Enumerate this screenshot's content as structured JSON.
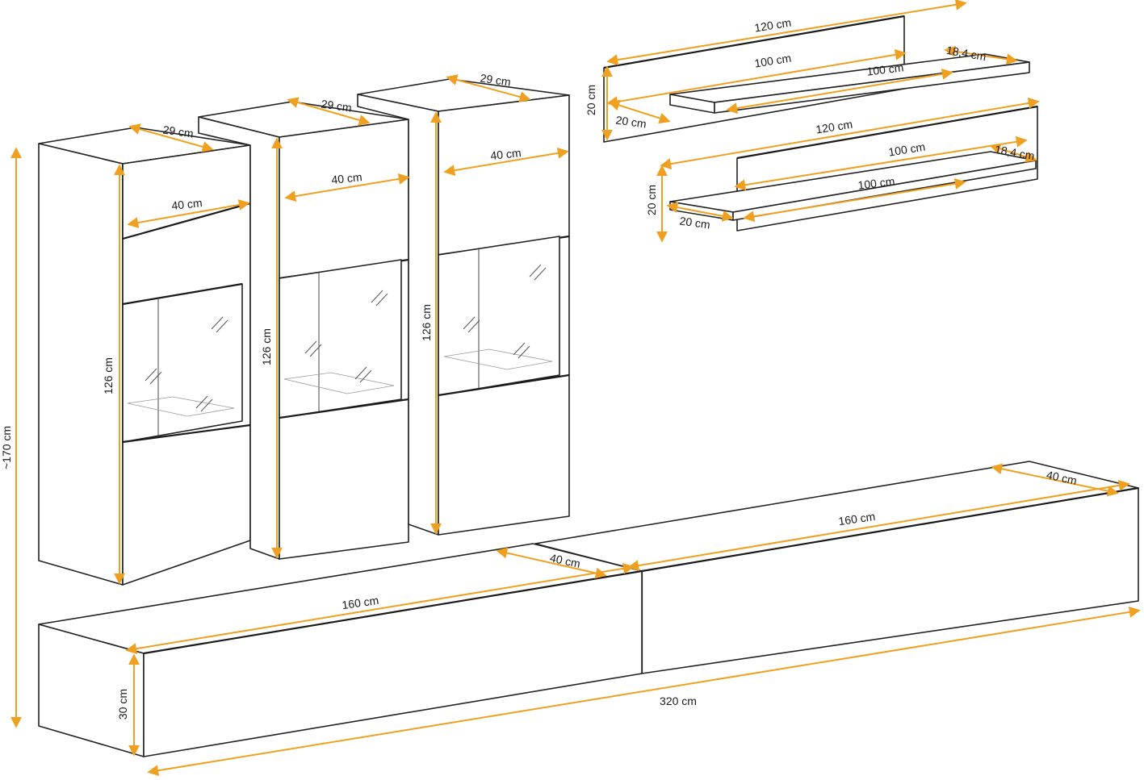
{
  "palette": {
    "dimension": "#f0a020",
    "outline": "#222222"
  },
  "labels": {
    "overall_height": "~170 cm",
    "c1_depth": "29 cm",
    "c1_width": "40 cm",
    "c1_height": "126 cm",
    "c2_depth": "29 cm",
    "c2_width": "40 cm",
    "c2_height": "126 cm",
    "c3_depth": "29 cm",
    "c3_width": "40 cm",
    "c3_height": "126 cm",
    "s1_back_width": "120 cm",
    "s1_top_width": "100 cm",
    "s1_front_width": "100 cm",
    "s1_depth": "18,4 cm",
    "s1_height": "20 cm",
    "s1_side": "20 cm",
    "s2_back_width": "120 cm",
    "s2_top_width": "100 cm",
    "s2_front_width": "100 cm",
    "s2_depth": "18,4 cm",
    "s2_height": "20 cm",
    "s2_side": "20 cm",
    "tv_left_width": "160 cm",
    "tv_left_depth": "40 cm",
    "tv_right_width": "160 cm",
    "tv_right_depth": "40 cm",
    "tv_height": "30 cm",
    "total_width": "320 cm"
  }
}
